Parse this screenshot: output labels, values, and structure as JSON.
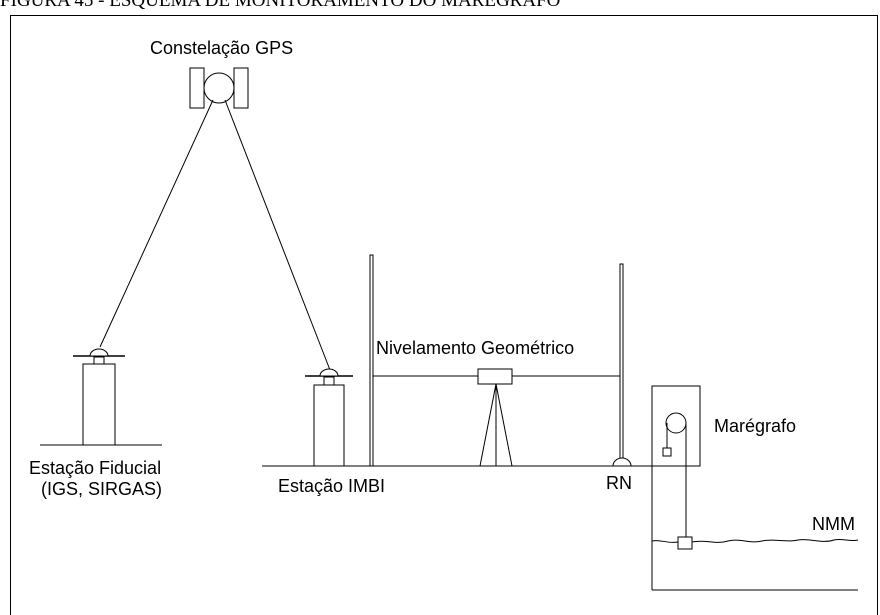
{
  "caption": "FIGURA 45 - ESQUEMA DE MONITORAMENTO DO MARÉGRAFO",
  "labels": {
    "constellation": "Constelação GPS",
    "leveling": "Nivelamento Geométrico",
    "tide_gauge": "Marégrafo",
    "fiducial_line1": "Estação Fiducial",
    "fiducial_line2": "(IGS, SIRGAS)",
    "imbi": "Estação IMBI",
    "rn": "RN",
    "nmm": "NMM"
  }
}
